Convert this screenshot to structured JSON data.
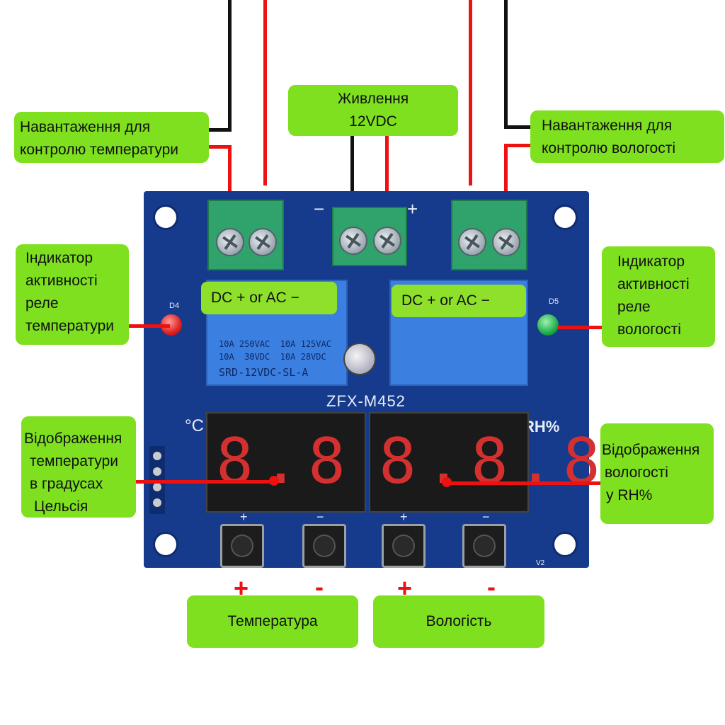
{
  "callouts": {
    "temp_load": [
      "Навантаження для",
      "контролю температури"
    ],
    "power": [
      "Живлення",
      "12VDC"
    ],
    "hum_load": [
      "Навантаження для",
      "контролю вологості"
    ],
    "temp_led": [
      "Індикатор",
      "активності",
      "реле",
      "температури"
    ],
    "hum_led": [
      "Індикатор",
      "активності",
      "реле",
      "вологості"
    ],
    "temp_display": [
      "Відображення",
      "температури",
      "в градусах",
      "Цельсія"
    ],
    "hum_display": [
      "Відображення",
      "вологості",
      "у RH%"
    ],
    "temp_buttons": "Температура",
    "hum_buttons": "Вологість"
  },
  "relay_labels": {
    "left": "DC + or AC −",
    "right": "DC + or AC −"
  },
  "board": {
    "model": "ZFX-M452",
    "unit_temp": "°C",
    "unit_hum": "RH%",
    "relay_model": "SRD-12VDC-SL-A",
    "relay_rating_1": "10A 250VAC  10A 125VAC",
    "relay_rating_2": "10A  30VDC  10A 28VDC",
    "led_left": "D4",
    "led_right": "D5",
    "version": "V2",
    "power_minus": "−",
    "power_plus": "+",
    "button_marks": [
      "+",
      "−",
      "+",
      "−"
    ]
  },
  "button_signs": [
    "+",
    "-",
    "+",
    "-"
  ],
  "displays": {
    "temp": "8.8.8.",
    "hum": "8.8.8."
  },
  "colors": {
    "callout": "#7ee01e",
    "board": "#163a8c",
    "wire_red": "#ee1111",
    "wire_black": "#111111",
    "led_temp": "#e02020",
    "led_hum": "#1fae4a",
    "digits": "#d43030"
  }
}
